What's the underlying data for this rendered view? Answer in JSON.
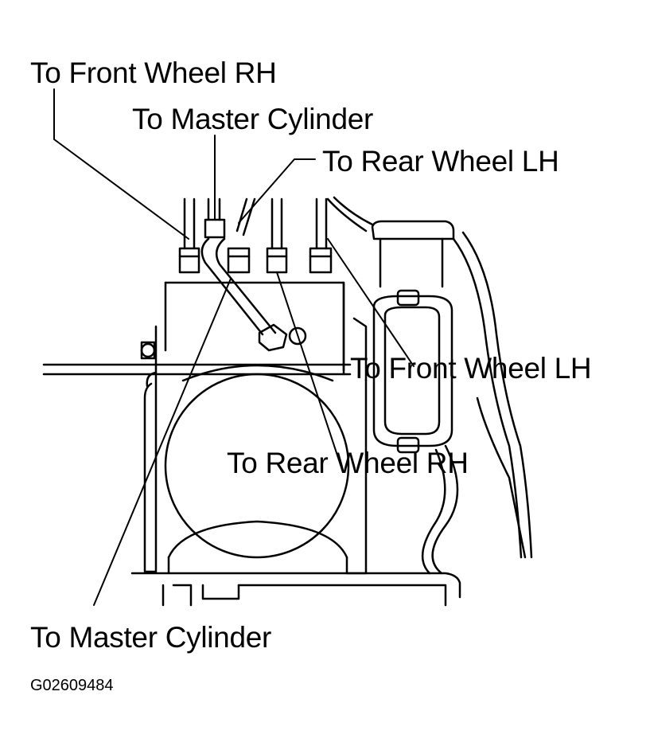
{
  "diagram": {
    "labels": {
      "front_wheel_rh": "To Front Wheel RH",
      "master_cylinder_top": "To Master Cylinder",
      "rear_wheel_lh": "To Rear Wheel LH",
      "front_wheel_lh": "To Front Wheel LH",
      "rear_wheel_rh": "To Rear Wheel RH",
      "master_cylinder_bottom": "To Master Cylinder"
    },
    "figure_id": "G02609484"
  }
}
